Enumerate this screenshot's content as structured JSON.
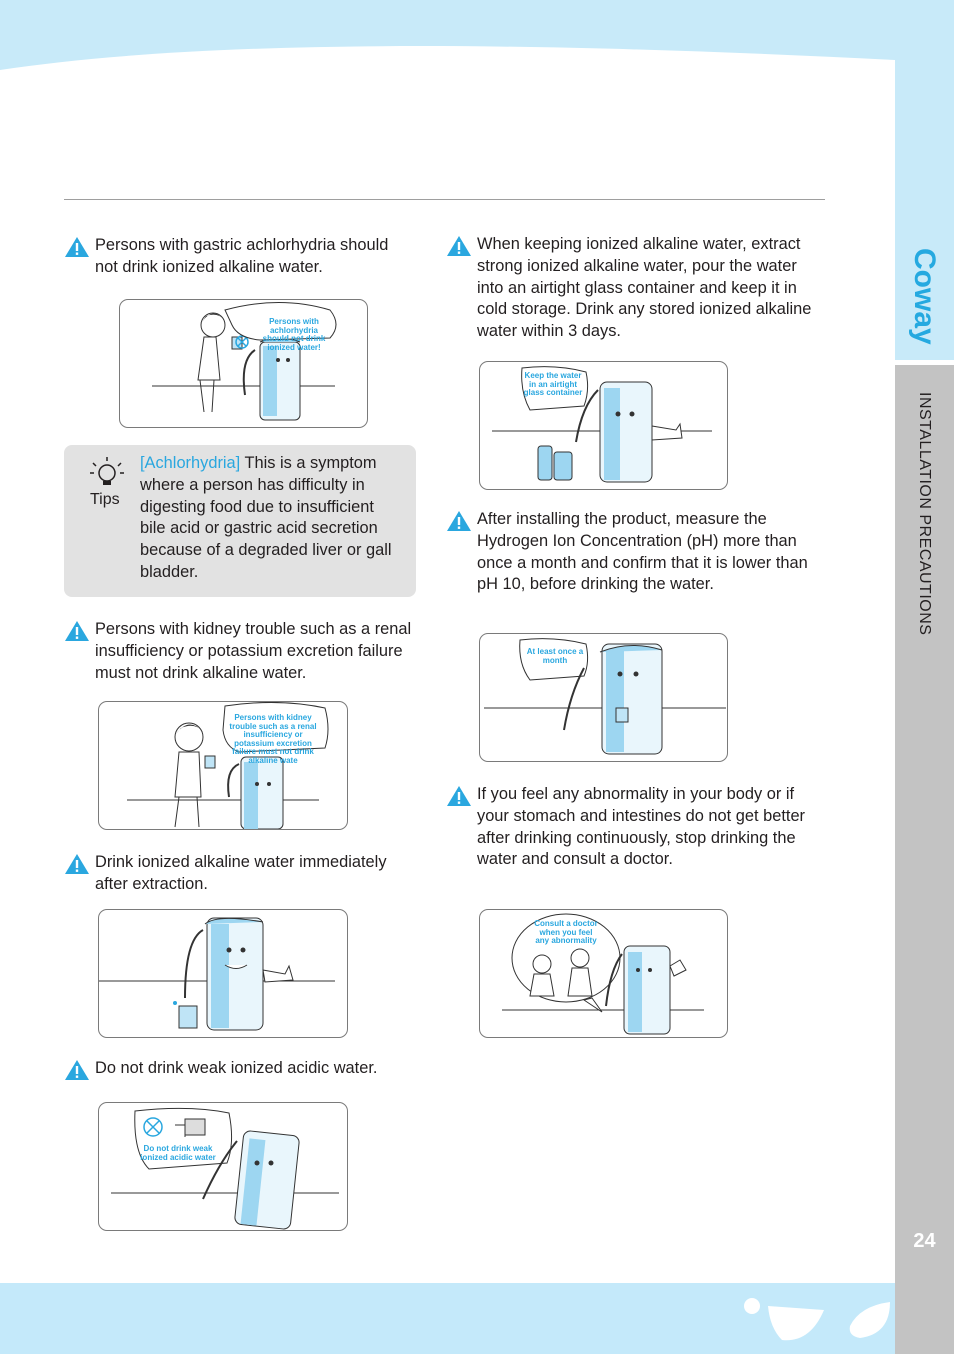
{
  "brand": "Coway",
  "section_title": "INSTALLATION PRECAUTIONS",
  "page_number": "24",
  "colors": {
    "accent": "#25a9e0",
    "band": "#c8eaf9",
    "tab": "#c3c3c3",
    "warning": "#2aa7df"
  },
  "left_column": {
    "warnings": [
      {
        "text": "Persons with gastric achlorhydria should not drink ionized alkaline water.",
        "bubble": "Persons with achlorhydria should not drink ionized water!"
      },
      {
        "text": "Persons with kidney trouble such as a renal insufficiency or potassium excretion failure must not drink alkaline water.",
        "bubble": "Persons with kidney trouble such as a renal insufficiency or potassium excretion failure must not drink alkaline wate"
      },
      {
        "text": "Drink ionized alkaline water immediately after extraction.",
        "bubble": ""
      },
      {
        "text": "Do not drink weak ionized acidic water.",
        "bubble": "Do not drink weak ionized acidic water"
      }
    ],
    "tips": {
      "label": "Tips",
      "term": "[Achlorhydria]",
      "text": " This is a symptom where a person has difficulty in digesting food due to insufficient bile acid or gastric acid secretion because of a degraded liver or gall bladder."
    }
  },
  "right_column": {
    "warnings": [
      {
        "text": "When keeping ionized alkaline water, extract strong ionized alkaline water, pour the water into an airtight glass container and keep it in cold storage. Drink any stored ionized alkaline water within 3 days.",
        "bubble": "Keep the water in an airtight glass container"
      },
      {
        "text": "After installing the product, measure the Hydrogen Ion Concentration (pH) more than once a month and confirm that it is lower than pH 10, before drinking the water.",
        "bubble": "At least once a month"
      },
      {
        "text": "If you feel any abnormality in your body or if your stomach and intestines do not get better after drinking continuously, stop drinking the water and consult a doctor.",
        "bubble": "Consult a doctor when you feel any abnormality"
      }
    ]
  }
}
